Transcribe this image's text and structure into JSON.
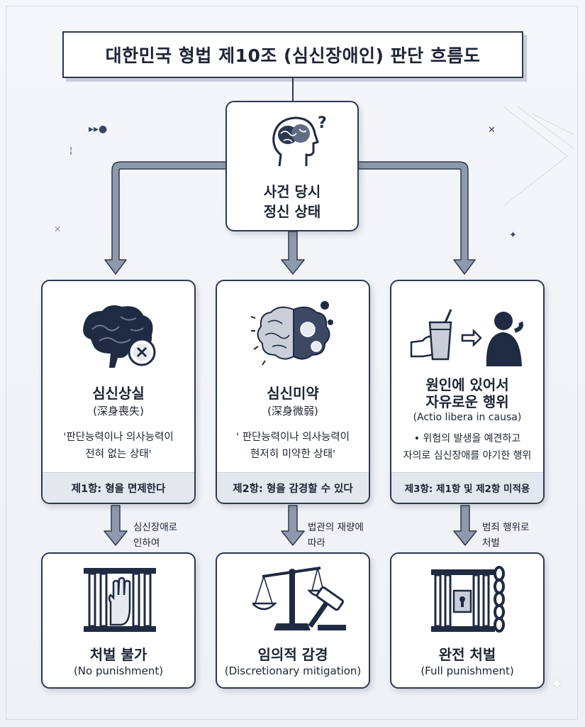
{
  "title": "대한민국 형법 제10조 (심신장애인) 판단 흐름도",
  "root": {
    "line1": "사건 당시",
    "line2": "정신 상태"
  },
  "branches": [
    {
      "title": "심신상실",
      "subtitle": "(深身喪失)",
      "desc1": "'판단능력이나 의사능력이",
      "desc2": "전혀 없는 상태'",
      "rule": "제1항: 형을 면제한다",
      "arrow_note1": "심신장애로",
      "arrow_note2": "인하여",
      "result_title": "처벌 불가",
      "result_sub": "(No punishment)"
    },
    {
      "title": "심신미약",
      "subtitle": "(深身微弱)",
      "desc1": "' 판단능력이나 의사능력이",
      "desc2": "현저히 미약한 상태'",
      "rule": "제2항: 형을 감경할 수 있다",
      "arrow_note1": "법관의 재량에",
      "arrow_note2": "따라",
      "result_title": "임의적 감경",
      "result_sub": "(Discretionary mitigation)"
    },
    {
      "title1": "원인에 있어서",
      "title2": "자유로운 행위",
      "subtitle": "(Actio libera in causa)",
      "desc1": "• 위험의 발생을 예견하고",
      "desc2": "자의로 심신장애를 야기한 행위",
      "rule": "제3항: 제1항 및 제2항 미적용",
      "arrow_note1": "범죄 행위로",
      "arrow_note2": "처벌",
      "result_title": "완전 처벌",
      "result_sub": "(Full punishment)"
    }
  ],
  "icons": {
    "root": "head-brain-question-icon",
    "b1": "brain-cross-icon",
    "b2": "brain-gears-icon",
    "b3": "drink-to-person-icon",
    "r1": "jail-hand-icon",
    "r2": "scale-gavel-icon",
    "r3": "jail-chain-icon"
  },
  "colors": {
    "dark": "#1f2b42",
    "arrow": "#8e99ab",
    "footer": "#e3e7ee"
  }
}
